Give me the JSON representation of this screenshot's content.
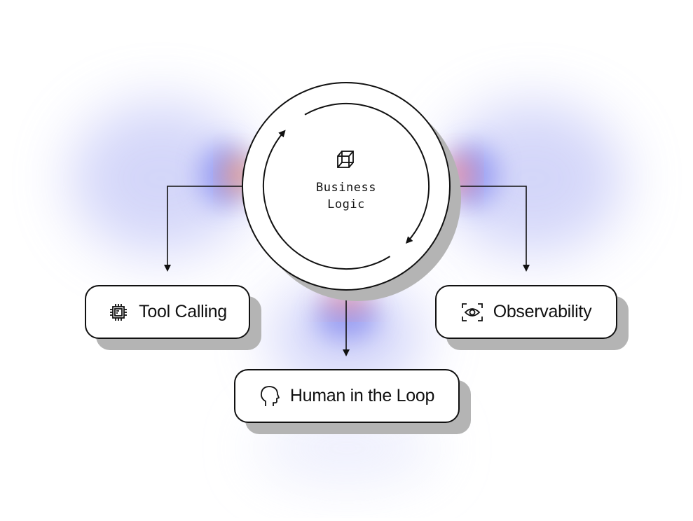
{
  "center": {
    "line1": "Business",
    "line2": "Logic",
    "icon": "cube-icon"
  },
  "nodes": [
    {
      "label": "Tool Calling",
      "icon": "chip-icon"
    },
    {
      "label": "Observability",
      "icon": "eye-scan-icon"
    },
    {
      "label": "Human in the Loop",
      "icon": "head-icon"
    }
  ],
  "colors": {
    "stroke": "#111111",
    "shadow": "#b4b4b4",
    "glow_blue": "#7c84f0",
    "glow_orange": "#ff9a6a"
  }
}
